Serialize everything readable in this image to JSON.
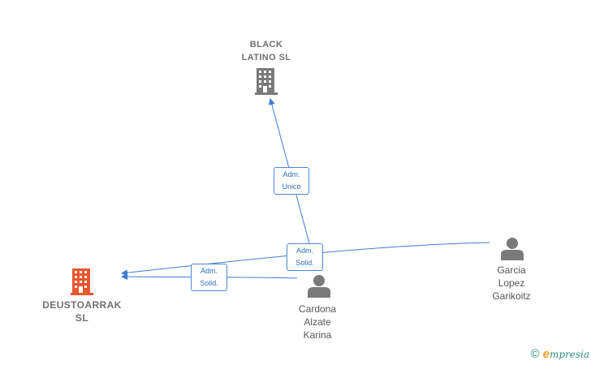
{
  "nodes": {
    "black_latino": {
      "label": "BLACK\nLATINO  SL",
      "kind": "company",
      "color": "#7a7a7a"
    },
    "deustoarrak": {
      "label": "DEUSTOARRAK\nSL",
      "kind": "company",
      "color": "#e8562e"
    },
    "cardona": {
      "label": "Cardona\nAlzate\nKarina",
      "kind": "person",
      "color": "#7a7a7a"
    },
    "garcia": {
      "label": "Garcia\nLopez\nGarikoitz",
      "kind": "person",
      "color": "#7a7a7a"
    }
  },
  "edges": {
    "adm_unico": {
      "label": "Adm.\nUnico"
    },
    "adm_solid_center": {
      "label": "Adm.\nSolid."
    },
    "adm_solid_left": {
      "label": "Adm.\nSolid."
    }
  },
  "colors": {
    "edge": "#3c7dd6",
    "footer": "#2a8c7f",
    "brand_accent": "#f0a020"
  },
  "footer": {
    "copyright": "©",
    "brand_initial": "e",
    "brand_rest": "mpresia"
  }
}
